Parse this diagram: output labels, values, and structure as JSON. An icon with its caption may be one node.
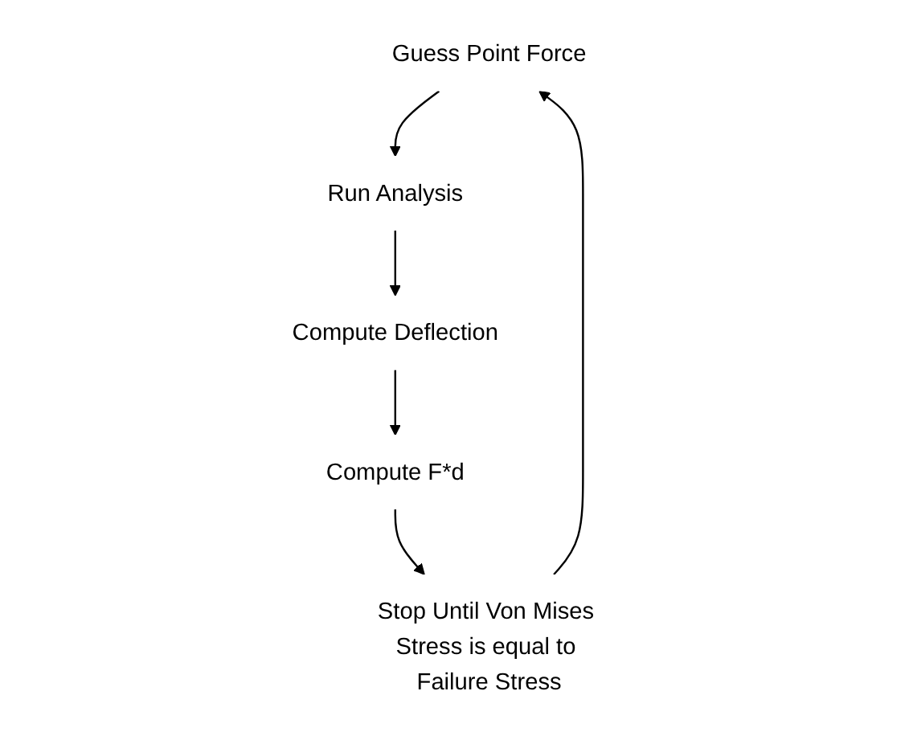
{
  "diagram": {
    "nodes": [
      {
        "text": [
          "Guess Point Force"
        ]
      },
      {
        "text": [
          "Run Analysis"
        ]
      },
      {
        "text": [
          "Compute Deflection"
        ]
      },
      {
        "text": [
          "Compute F*d"
        ]
      },
      {
        "text": [
          "Stop Until Von Mises Stress is equal to Failure Stress"
        ]
      }
    ],
    "edges": [
      {
        "from": 0,
        "to": 1,
        "arrow": "to"
      },
      {
        "from": 1,
        "to": 2,
        "arrow": "to"
      },
      {
        "from": 2,
        "to": 3,
        "arrow": "to"
      },
      {
        "from": 3,
        "to": 4,
        "arrow": "to"
      },
      {
        "from": 4,
        "to": 0,
        "arrow": "to"
      }
    ]
  }
}
